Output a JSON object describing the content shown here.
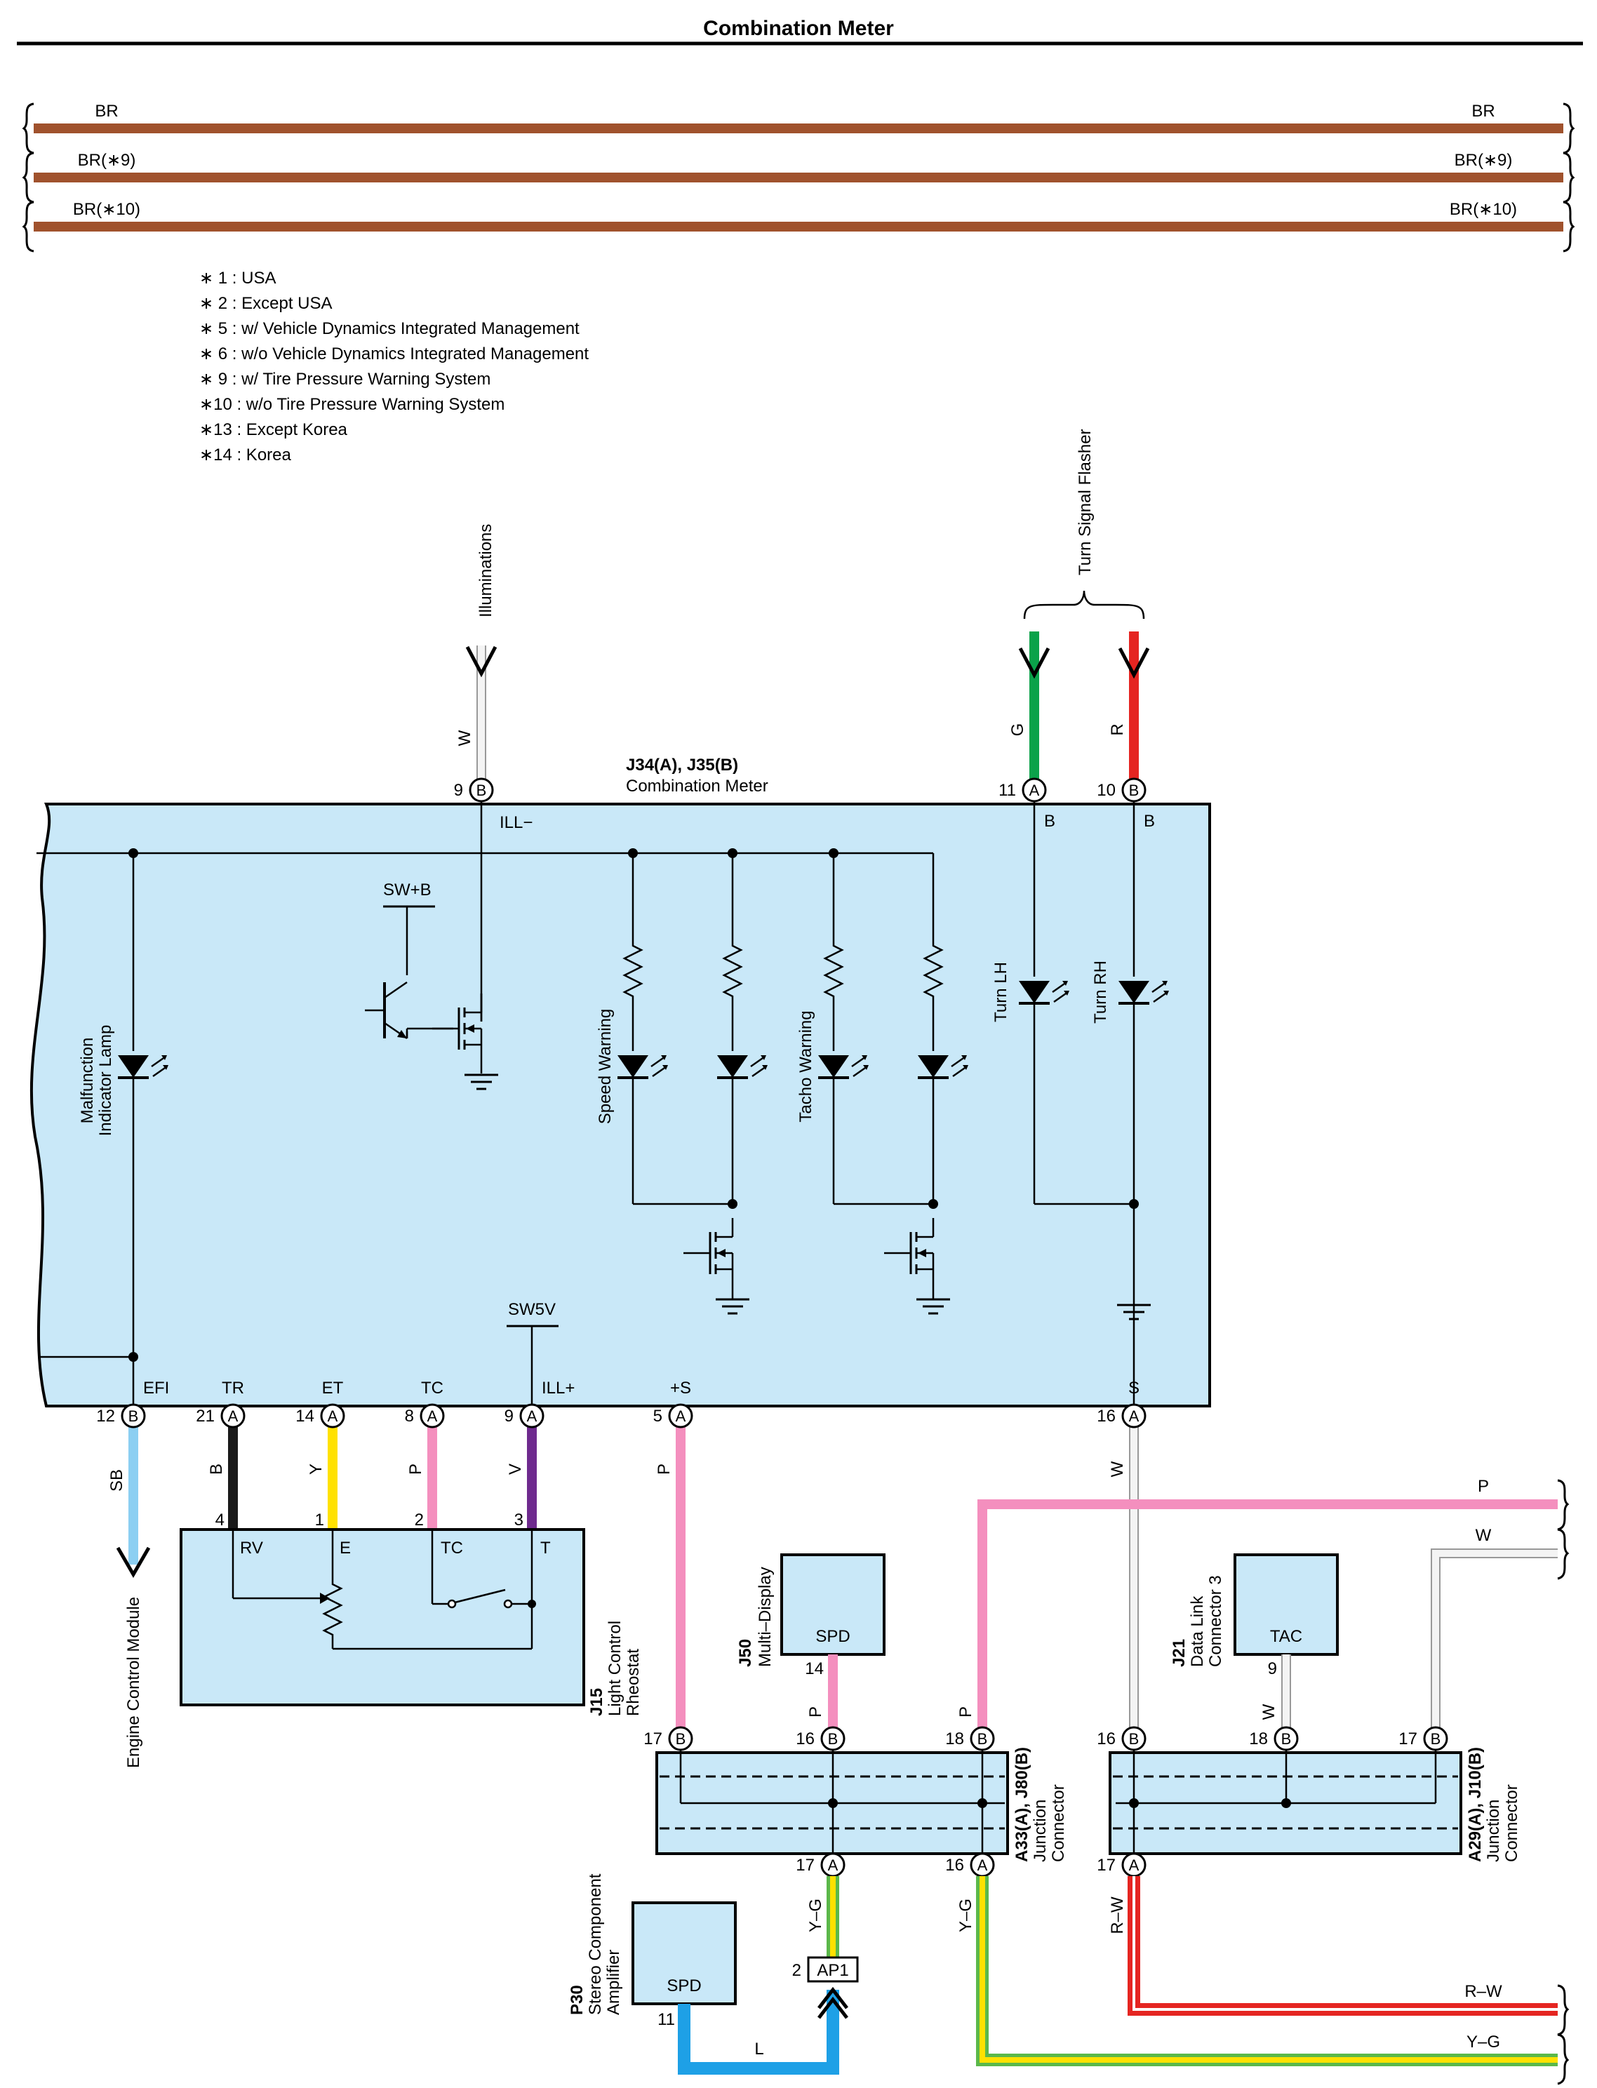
{
  "title": "Combination Meter",
  "ground_bus": {
    "labels": [
      "BR",
      "BR(∗9)",
      "BR(∗10)"
    ],
    "color": "#a0522d"
  },
  "notes": [
    "∗ 1 : USA",
    "∗ 2 : Except USA",
    "∗ 5 : w/ Vehicle Dynamics Integrated Management",
    "∗ 6 : w/o Vehicle Dynamics Integrated Management",
    "∗ 9 : w/ Tire Pressure Warning System",
    "∗10 : w/o Tire Pressure Warning System",
    "∗13 : Except Korea",
    "∗14 : Korea"
  ],
  "meter": {
    "code": "J34(A), J35(B)",
    "name": "Combination Meter",
    "internal": {
      "ill_minus": "ILL−",
      "swb": "SW+B",
      "sw5v": "SW5V",
      "mil": [
        "Malfunction",
        "Indicator Lamp"
      ],
      "speed_warning": "Speed Warning",
      "tacho_warning": "Tacho Warning",
      "turn_lh": "Turn LH",
      "turn_rh": "Turn RH",
      "b": "B"
    },
    "top_pins": [
      {
        "num": "9",
        "con": "B",
        "wire": "W"
      },
      {
        "num": "11",
        "con": "A",
        "wire": "G"
      },
      {
        "num": "10",
        "con": "B",
        "wire": "R"
      }
    ],
    "bottom_pins": [
      {
        "term": "EFI",
        "num": "12",
        "con": "B",
        "wire": "SB"
      },
      {
        "term": "TR",
        "num": "21",
        "con": "A",
        "wire": "B"
      },
      {
        "term": "ET",
        "num": "14",
        "con": "A",
        "wire": "Y"
      },
      {
        "term": "TC",
        "num": "8",
        "con": "A",
        "wire": "P"
      },
      {
        "term": "ILL+",
        "num": "9",
        "con": "A",
        "wire": "V"
      },
      {
        "term": "+S",
        "num": "5",
        "con": "A",
        "wire": "P"
      },
      {
        "term": "S",
        "num": "16",
        "con": "A",
        "wire": "W"
      }
    ]
  },
  "illuminations": "Illuminations",
  "turn_signal_flasher": "Turn Signal Flasher",
  "ecm": "Engine Control Module",
  "rheostat": {
    "code": "J15",
    "name": [
      "Light Control",
      "Rheostat"
    ],
    "pins": [
      {
        "num": "4",
        "term": "RV"
      },
      {
        "num": "1",
        "term": "E"
      },
      {
        "num": "2",
        "term": "TC"
      },
      {
        "num": "3",
        "term": "T"
      }
    ]
  },
  "multi_display": {
    "code": "J50",
    "name": "Multi–Display",
    "term": "SPD",
    "pin": "14",
    "wire": "P"
  },
  "data_link": {
    "code": "J21",
    "name": [
      "Data Link",
      "Connector 3"
    ],
    "term": "TAC",
    "pin": "9",
    "wire": "W"
  },
  "junction1": {
    "code": "A33(A), J80(B)",
    "name": [
      "Junction",
      "Connector"
    ],
    "top_pins": [
      {
        "num": "17",
        "con": "B"
      },
      {
        "num": "16",
        "con": "B"
      },
      {
        "num": "18",
        "con": "B",
        "wire": "P"
      }
    ],
    "bottom_pins": [
      {
        "num": "17",
        "con": "A",
        "wire": "Y–G"
      },
      {
        "num": "16",
        "con": "A",
        "wire": "Y–G"
      }
    ]
  },
  "junction2": {
    "code": "A29(A), J10(B)",
    "name": [
      "Junction",
      "Connector"
    ],
    "top_pins": [
      {
        "num": "16",
        "con": "B"
      },
      {
        "num": "18",
        "con": "B"
      },
      {
        "num": "17",
        "con": "B"
      }
    ],
    "bottom_pins": [
      {
        "num": "17",
        "con": "A",
        "wire": "R–W"
      }
    ]
  },
  "stereo_amp": {
    "code": "P30",
    "name": [
      "Stereo Component",
      "Amplifier"
    ],
    "term": "SPD",
    "pin": "11",
    "wire": "L"
  },
  "ap1": {
    "label": "AP1",
    "pin": "2"
  },
  "right_exits": [
    "P",
    "W",
    "R–W",
    "Y–G"
  ],
  "colors": {
    "box": "#c9e8f8",
    "W": "#f4f4f4",
    "G": "#0aa24a",
    "R": "#e52521",
    "SB": "#8ccff2",
    "B": "#1a1a1a",
    "Y": "#ffe100",
    "P": "#f48fbe",
    "V": "#6e2a8e",
    "L": "#1ea0e6",
    "YG_y": "#ffe100",
    "YG_g": "#5bb84a"
  }
}
